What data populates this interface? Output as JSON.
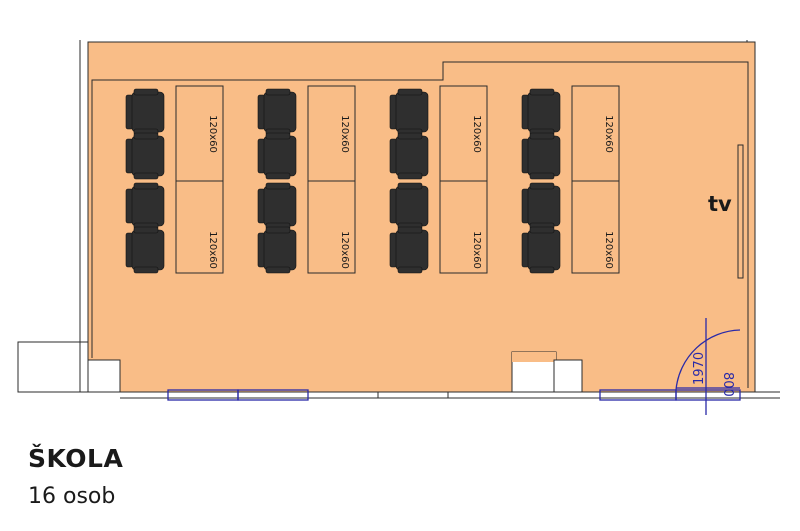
{
  "layout": {
    "name": "ŠKOLA",
    "capacity": "16 osob"
  },
  "room": {
    "fill_color": "#f9bd87",
    "wall_color": "#2b2b2b",
    "window_color": "#2a2aa8",
    "chair_color": "#2f2f2f"
  },
  "tv_label": "tv",
  "table_label": "120x60",
  "door": {
    "width_label": "800",
    "height_label": "1970"
  }
}
